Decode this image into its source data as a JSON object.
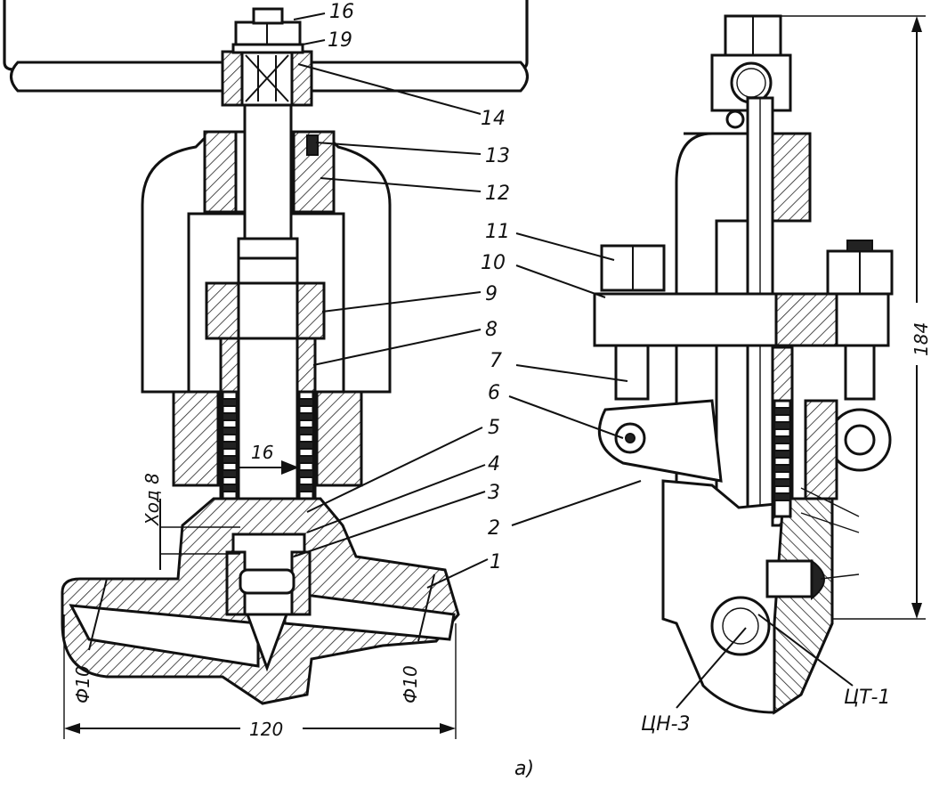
{
  "figure": {
    "caption": "а)",
    "left_view": {
      "part_labels": [
        "16",
        "19",
        "14",
        "13",
        "12",
        "11",
        "10",
        "9",
        "8",
        "7",
        "6",
        "5",
        "4",
        "3",
        "2",
        "1"
      ],
      "dimensions": {
        "stroke_label": "Ход 8",
        "stem_dia": "16",
        "bore_left": "Ф10",
        "bore_right": "Ф10",
        "overall_length": "120"
      }
    },
    "right_view": {
      "height_dim": "184",
      "material_labels": [
        "ЦН-3",
        "ЦТ-1"
      ]
    }
  }
}
